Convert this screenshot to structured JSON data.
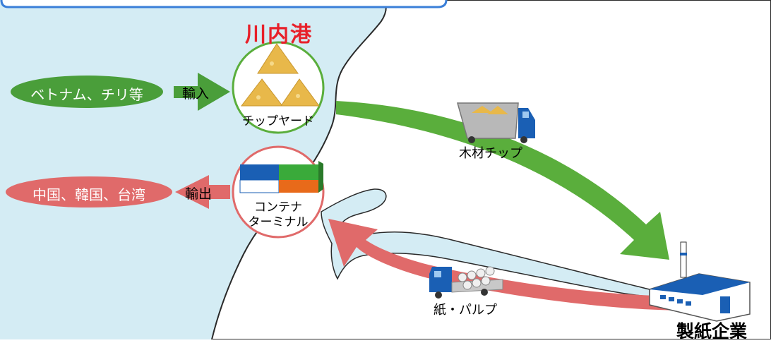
{
  "port_name": "川内港",
  "import_partners": "ベトナム、チリ等",
  "import_label": "輸入",
  "chip_yard": "チップヤード",
  "wood_chip": "木材チップ",
  "export_partners": "中国、韓国、台湾",
  "export_label": "輸出",
  "container_terminal_line1": "コンテナ",
  "container_terminal_line2": "ターミナル",
  "paper_pulp": "紙・パルプ",
  "paper_company": "製紙企業",
  "colors": {
    "sea": "#d4ecf4",
    "land": "#ffffff",
    "coast": "#2a2a2a",
    "import_green": "#4a9e3a",
    "arrow_green": "#5aae3c",
    "export_red": "#e06a6a",
    "chip_gold": "#e8b84a",
    "truck_blue": "#1a5fb4",
    "title_red": "#e8202a",
    "frame_blue": "#3a7fd8"
  }
}
